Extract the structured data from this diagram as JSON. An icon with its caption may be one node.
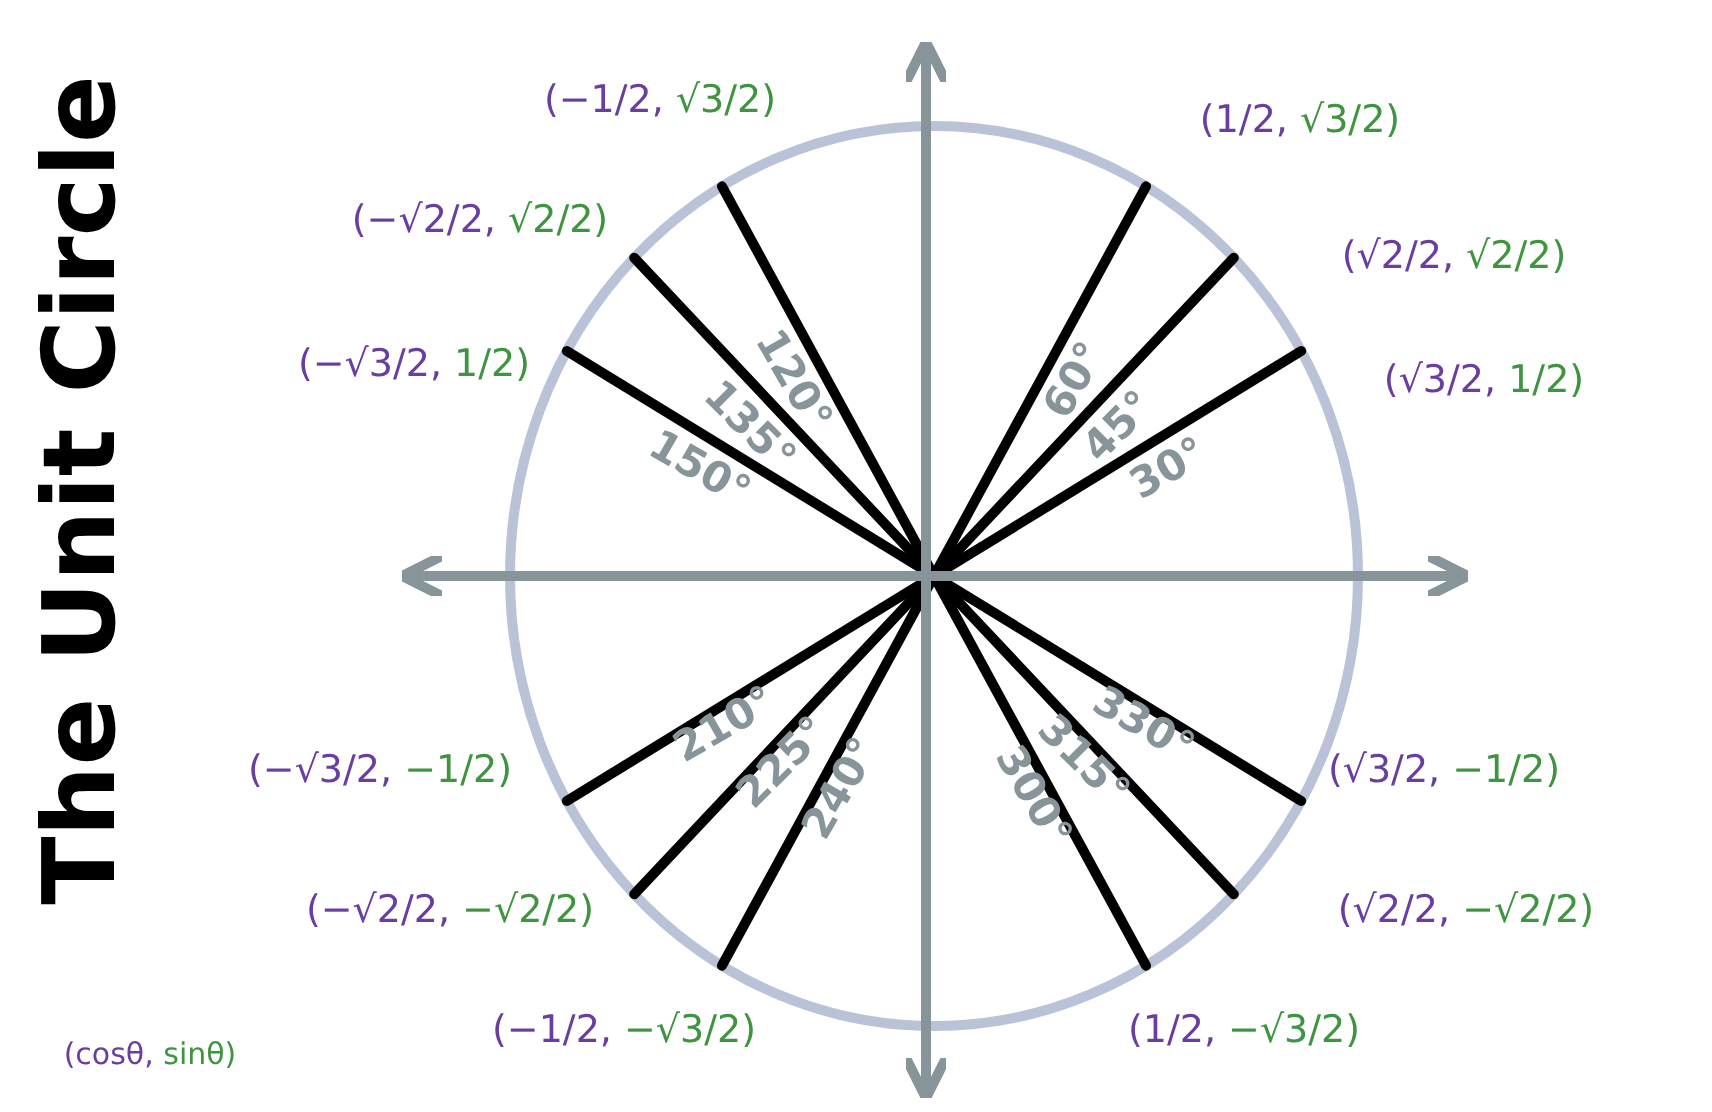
{
  "diagram": {
    "title": "The Unit Circle",
    "labels": [
      "(1/2, √3/2)",
      "(√2/2, √2/2)",
      "(√3/2, 1/2)",
      "(−1/2, √3/2)",
      "(−√2/2, √2/2)",
      "(−√3/2, 1/2)",
      "(−√3/2, −1/2)",
      "(−√2/2, −√2/2)",
      "(−1/2, −√3/2)",
      "(1/2, −√3/2)",
      "(√2/2, −√2/2)",
      "(√3/2, −1/2)",
      "60°",
      "45°",
      "30°",
      "120°",
      "135°",
      "150°",
      "210°",
      "225°",
      "240°",
      "300°",
      "315°",
      "330°",
      "(cosθ, sinθ)"
    ]
  }
}
